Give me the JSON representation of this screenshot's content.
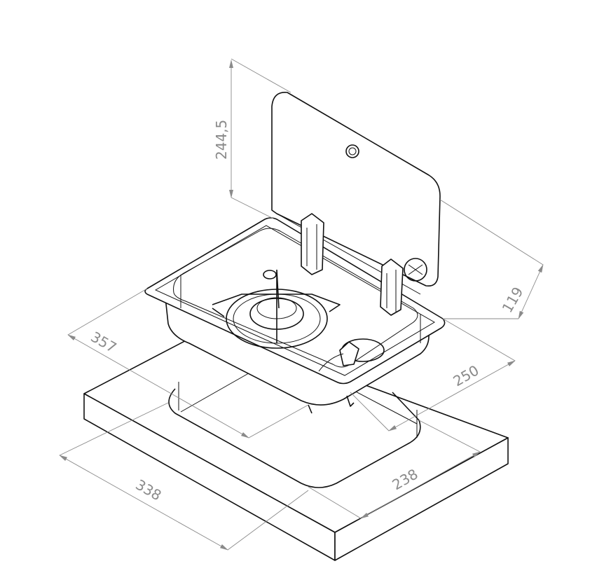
{
  "drawing": {
    "dimensions": [
      {
        "id": "lid_height",
        "label": "244,5"
      },
      {
        "id": "overall_depth",
        "label": "357"
      },
      {
        "id": "lid_offset",
        "label": "119"
      },
      {
        "id": "overall_width",
        "label": "250"
      },
      {
        "id": "cutout_width",
        "label": "238"
      },
      {
        "id": "cutout_depth",
        "label": "338"
      }
    ],
    "line_color": "#111111",
    "dimension_color": "#8a8a8a"
  }
}
